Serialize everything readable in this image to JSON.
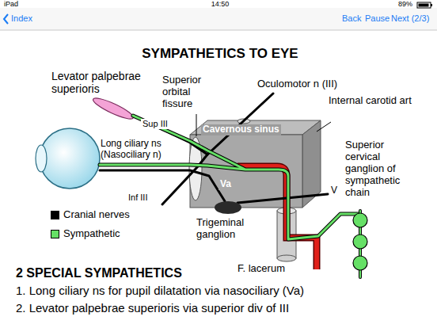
{
  "diagram": {
    "title": "SYMPATHETICS TO EYE",
    "nodes": [
      {
        "text": [
          "Cavernous sinus",
          "Va"
        ]
      }
    ],
    "labels": [
      "iPad",
      "14:50",
      "89%",
      "Index",
      "Back",
      "Pause",
      "Next (2/3)",
      "Levator palpebrae superioris",
      "Superior orbital fissure",
      "Oculomotor n (III)",
      "Internal carotid art",
      "Superior cervical ganglion of sympathetic chain",
      "Sup III",
      "Long ciliary ns (Nasociliary n)",
      "Inf III",
      "V",
      "Trigeminal ganglion",
      "F. lacerum",
      "2 SPECIAL SYMPATHETICS",
      "1. Long ciliary ns for pupil dilatation via nasociliary (Va)",
      "2. Levator palpebrae superioris via superior div of III"
    ],
    "legend": [
      {
        "text": "Cranial nerves",
        "color": "#000000"
      },
      {
        "text": "Sympathetic",
        "color": "#66e066"
      }
    ]
  }
}
